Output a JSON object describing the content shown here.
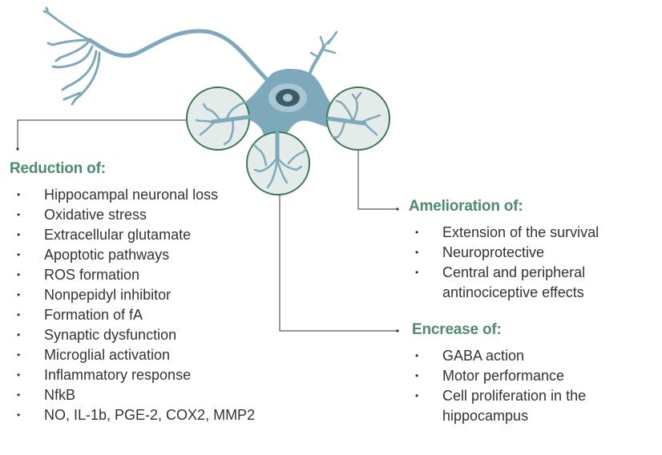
{
  "sections": {
    "reduction": {
      "heading": "Reduction of:",
      "items": [
        "Hippocampal neuronal loss",
        "Oxidative stress",
        "Extracellular glutamate",
        "Apoptotic pathways",
        "ROS formation",
        "Nonpepidyl inhibitor",
        "Formation of fA",
        "Synaptic dysfunction",
        "Microglial activation",
        "Inflammatory response",
        "NfkB",
        "NO, IL-1b, PGE-2, COX2, MMP2"
      ]
    },
    "amelioration": {
      "heading": "Amelioration of:",
      "items": [
        "Extension of the survival",
        "Neuroprotective",
        "Central and peripheral antinociceptive effects"
      ]
    },
    "encrease": {
      "heading": "Encrease of:",
      "items": [
        "GABA action",
        "Motor performance",
        "Cell proliferation in the hippocampus"
      ]
    }
  },
  "colors": {
    "neuron": "#7ea9bd",
    "circle_fill": "#e3ece8",
    "circle_stroke": "#3f7559",
    "heading": "#4e8a6c",
    "connector": "#333333"
  }
}
